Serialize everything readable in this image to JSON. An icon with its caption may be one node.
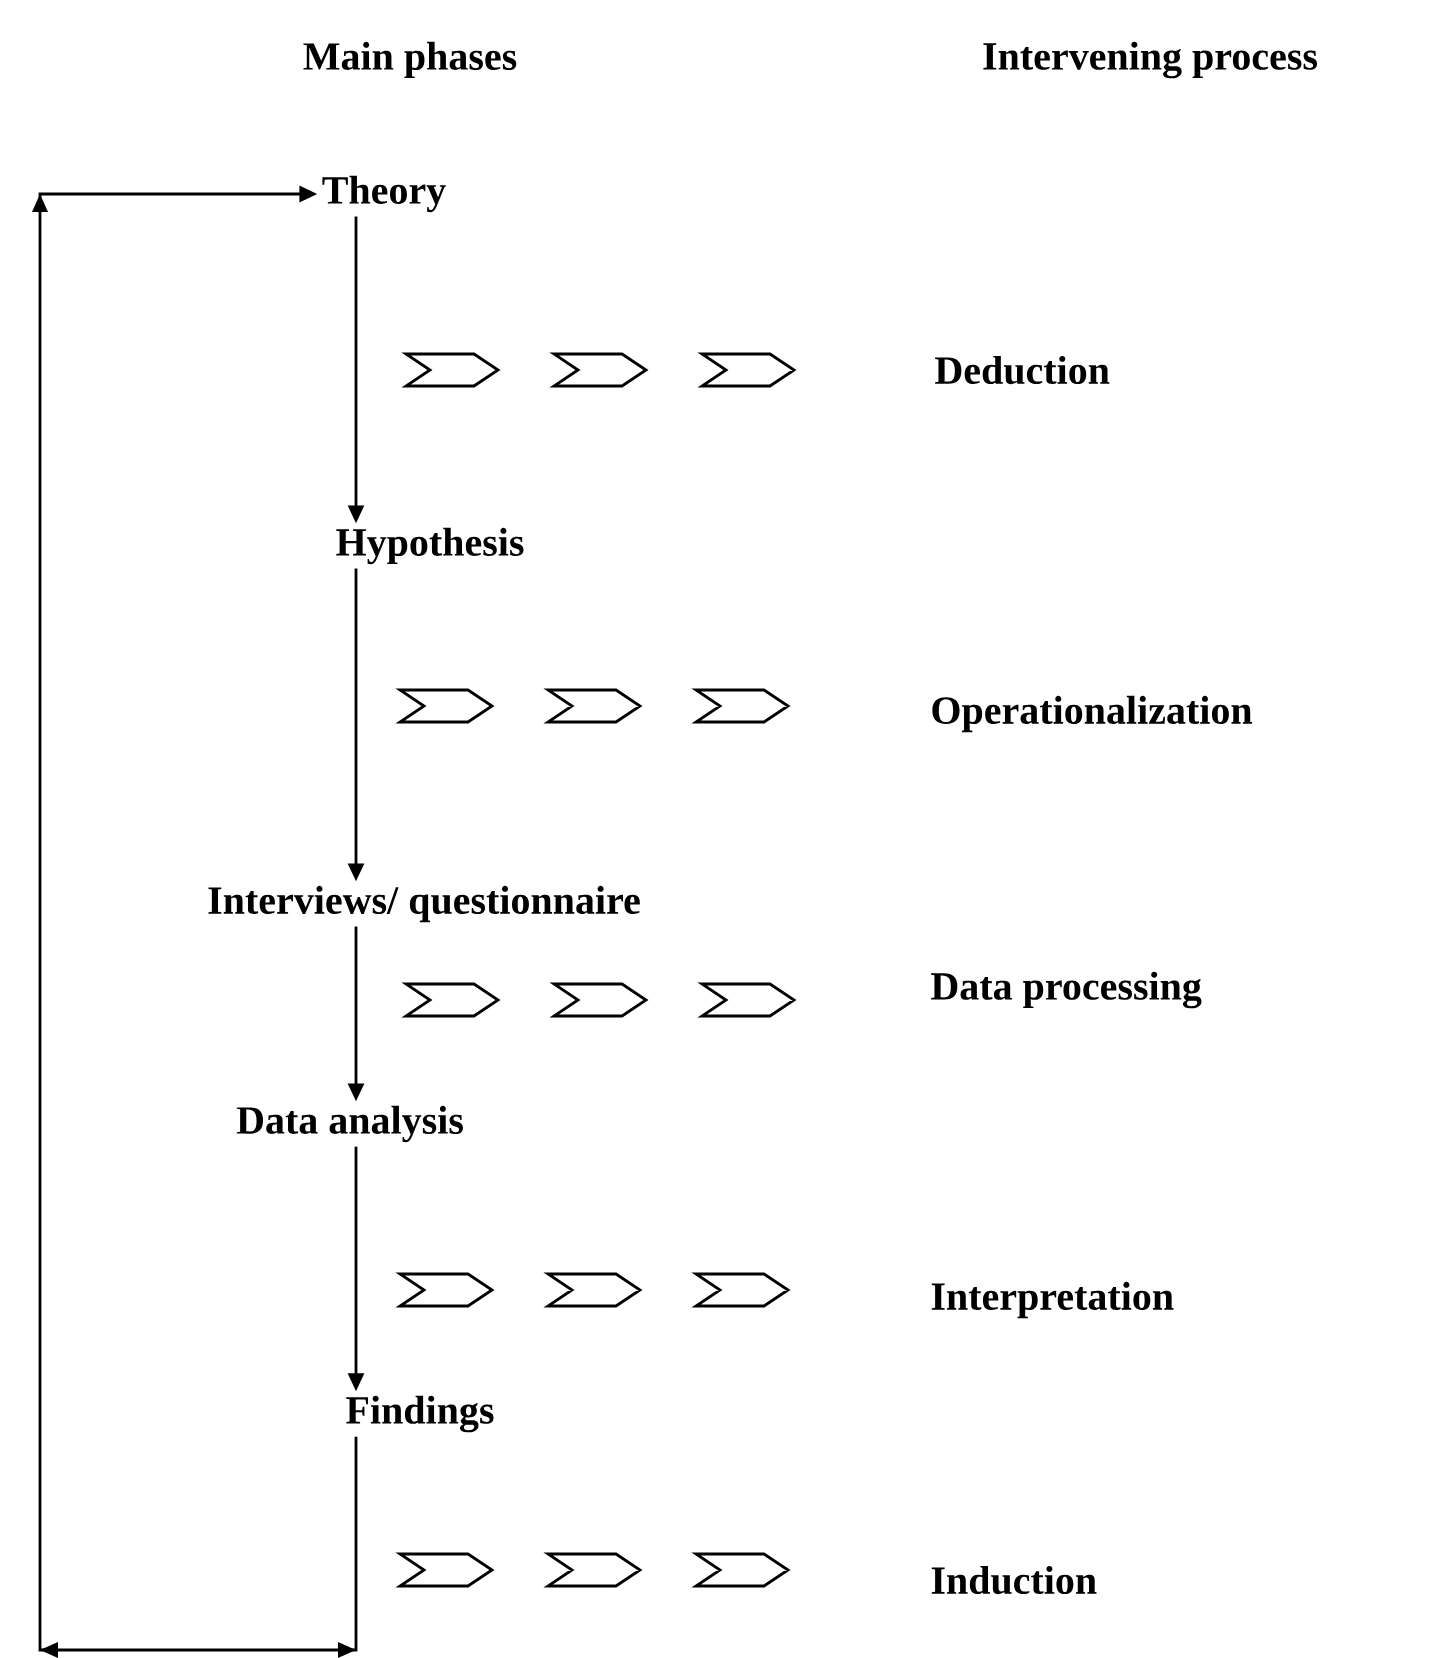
{
  "diagram": {
    "nodes": [
      {
        "text": [
          "Theory"
        ]
      },
      {
        "text": [
          "Hypothesis"
        ]
      },
      {
        "text": [
          "Interviews/ questionnaire"
        ]
      },
      {
        "text": [
          "Data analysis"
        ]
      },
      {
        "text": [
          "Findings"
        ]
      }
    ],
    "edges": [
      {
        "from": 0,
        "to": 1,
        "arrow": "to"
      },
      {
        "from": 1,
        "to": 2,
        "arrow": "to"
      },
      {
        "from": 2,
        "to": 3,
        "arrow": "to"
      },
      {
        "from": 3,
        "to": 4,
        "arrow": "to"
      },
      {
        "from": 4,
        "to": 0,
        "arrow": "to"
      }
    ],
    "labels": [
      "Main phases",
      "Intervening process",
      "Deduction",
      "Operationalization",
      "Data processing",
      "Interpretation",
      "Induction"
    ]
  }
}
